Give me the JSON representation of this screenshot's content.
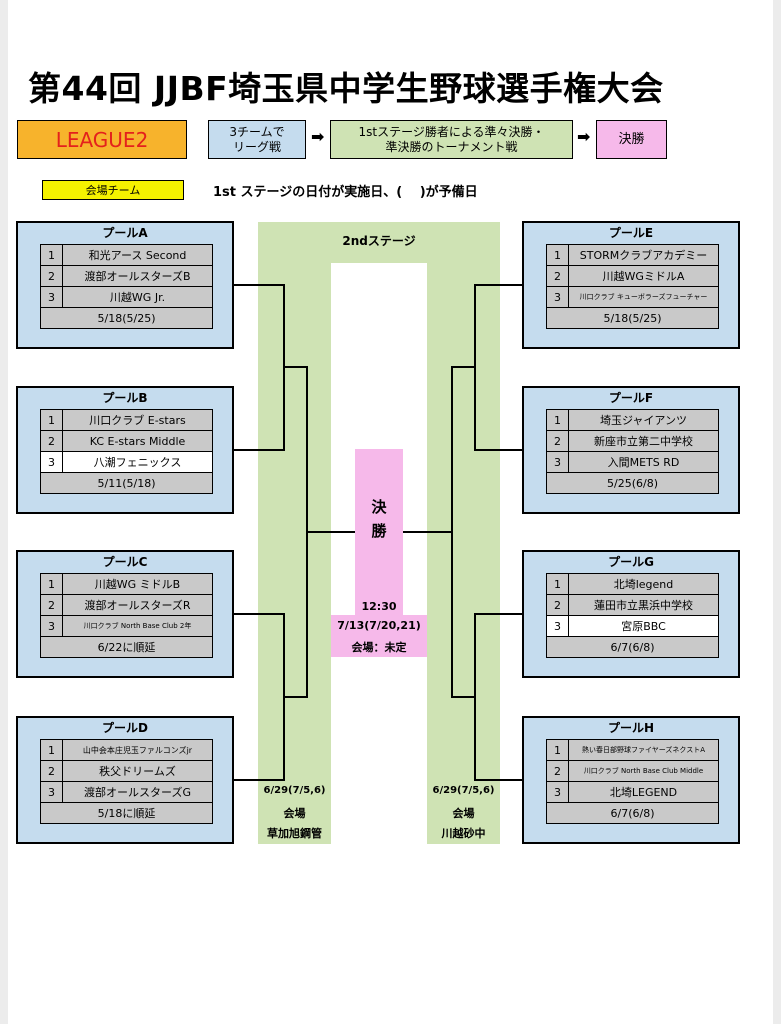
{
  "title": "第44回 JJBF埼玉県中学生野球選手権大会",
  "league": "LEAGUE2",
  "legend": {
    "step1": "3チームで\nリーグ戦",
    "step2": "1stステージ勝者による準々決勝・\n準決勝のトーナメント戦",
    "step3": "決勝",
    "arrow": "➡",
    "venue_team": "会場チーム",
    "note": "1st ステージの日付が実施日、(　 )が予備日"
  },
  "stage2_label": "2ndステージ",
  "pools": [
    {
      "name": "プールA",
      "teams": [
        "和光アース Second",
        "渡部オールスターズB",
        "川越WG Jr."
      ],
      "date": "5/18(5/25)"
    },
    {
      "name": "プールB",
      "teams": [
        "川口クラブ E-stars",
        "KC E-stars Middle",
        "八潮フェニックス"
      ],
      "date": "5/11(5/18)"
    },
    {
      "name": "プールC",
      "teams": [
        "川越WG ミドルB",
        "渡部オールスターズR",
        "川口クラブ North Base Club 2年"
      ],
      "date": "6/22に順延"
    },
    {
      "name": "プールD",
      "teams": [
        "山中会本庄児玉ファルコンズjr",
        "秩父ドリームズ",
        "渡部オールスターズG"
      ],
      "date": "5/18に順延"
    },
    {
      "name": "プールE",
      "teams": [
        "STORMクラブアカデミー",
        "川越WGミドルA",
        "川口クラブ キューボラーズフューチャー"
      ],
      "date": "5/18(5/25)"
    },
    {
      "name": "プールF",
      "teams": [
        "埼玉ジャイアンツ",
        "新座市立第二中学校",
        "入間METS RD"
      ],
      "date": "5/25(6/8)"
    },
    {
      "name": "プールG",
      "teams": [
        "北埼legend",
        "蓮田市立黒浜中学校",
        "宮原BBC"
      ],
      "date": "6/7(6/8)"
    },
    {
      "name": "プールH",
      "teams": [
        "熱い春日部野球ファイヤーズネクストA",
        "川口クラブ North Base Club Middle",
        "北埼LEGEND"
      ],
      "date": "6/7(6/8)"
    }
  ],
  "final": {
    "label": "決\n勝",
    "time": "12:30",
    "date": "7/13(7/20,21)",
    "venue": "会場：未定"
  },
  "left_venue": {
    "date": "6/29(7/5,6)",
    "label": "会場",
    "place": "草加旭鋼管"
  },
  "right_venue": {
    "date": "6/29(7/5,6)",
    "label": "会場",
    "place": "川越砂中"
  },
  "colors": {
    "league_bg": "#f7b32c",
    "league_text": "#e4211c",
    "pool_bg": "#c5dcee",
    "green": "#cfe3b4",
    "final_pink": "#f6b9ea",
    "venue_yellow": "#f5f200",
    "row_gray": "#c9c9c9"
  }
}
